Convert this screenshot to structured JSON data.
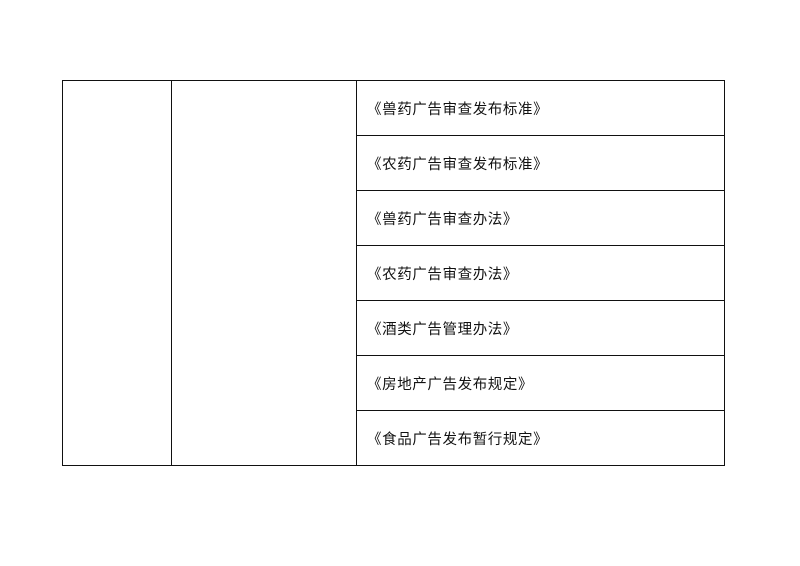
{
  "document": {
    "table": {
      "col1_text": "",
      "col2_text": "",
      "items": [
        "《兽药广告审查发布标准》",
        "《农药广告审查发布标准》",
        "《兽药广告审查办法》",
        "《农药广告审查办法》",
        "《酒类广告管理办法》",
        "《房地产广告发布规定》",
        "《食品广告发布暂行规定》"
      ]
    }
  }
}
